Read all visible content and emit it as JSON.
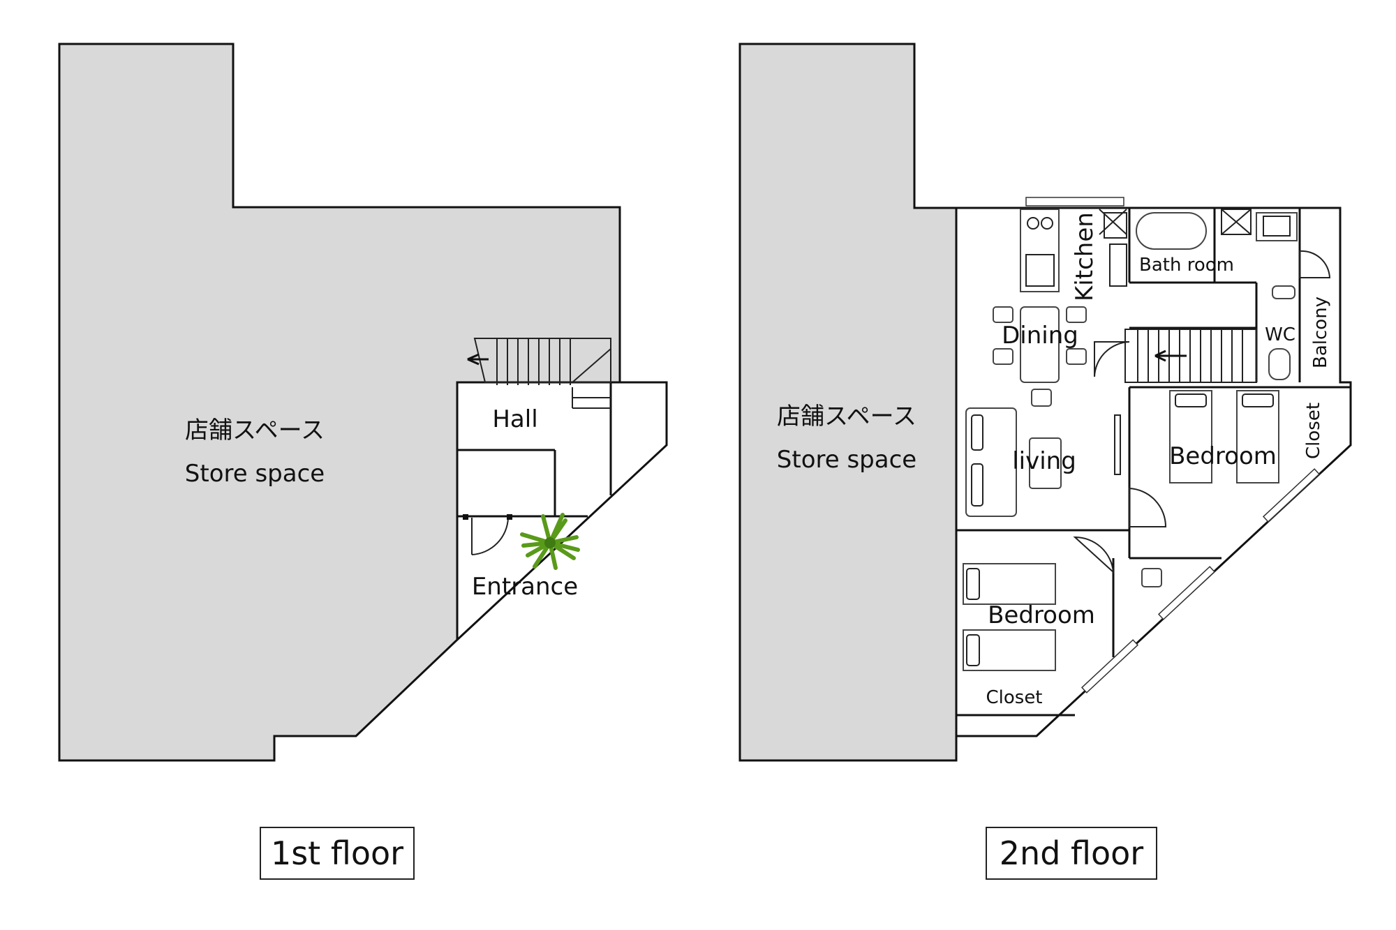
{
  "floors": [
    {
      "caption": "1st floor",
      "store_jp": "店舗スペース",
      "store_en": "Store space",
      "rooms": {
        "hall": "Hall",
        "entrance": "Entrance"
      }
    },
    {
      "caption": "2nd floor",
      "store_jp": "店舗スペース",
      "store_en": "Store space",
      "rooms": {
        "kitchen": "Kitchen",
        "dining": "Dining",
        "living": "living",
        "bath": "Bath room",
        "wc": "WC",
        "balcony": "Balcony",
        "bedroom_a": "Bedroom",
        "bedroom_b": "Bedroom",
        "closet_a": "Closet",
        "closet_b": "Closet"
      }
    }
  ],
  "colors": {
    "store_fill": "#d9d9d9",
    "wall": "#111111",
    "plant": "#5a9a1a"
  }
}
